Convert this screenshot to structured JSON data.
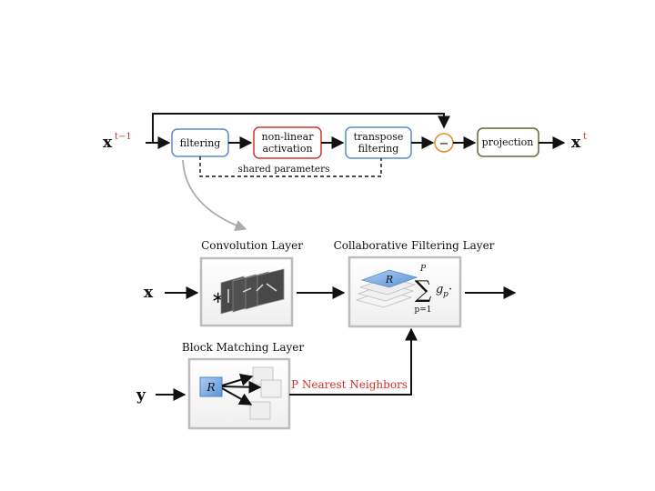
{
  "pipeline": {
    "input_var": "x",
    "input_sup": "t−1",
    "output_var": "x",
    "output_sup": "t",
    "filtering": "filtering",
    "nonlinear_line1": "non-linear",
    "nonlinear_line2": "activation",
    "transpose_line1": "transpose",
    "transpose_line2": "filtering",
    "minus": "−",
    "projection": "projection",
    "shared_params": "shared parameters"
  },
  "layers": {
    "conv_title": "Convolution Layer",
    "conv_input": "x",
    "conv_symbol": "∗",
    "cf_title": "Collaborative Filtering Layer",
    "cf_sum_top": "P",
    "cf_sum_sign": "∑",
    "cf_sum_bottom": "p=1",
    "cf_term": "g",
    "cf_term_sub": "p",
    "cf_term_tail": "·",
    "cf_R": "R",
    "bm_title": "Block Matching Layer",
    "bm_input": "y",
    "bm_R": "R",
    "nn_label": "P Nearest Neighbors"
  },
  "colors": {
    "filtering_border": "#5b8bd0",
    "nonlinear_border": "#d4322c",
    "transpose_border": "#5b8bd0",
    "minus_border": "#e08a2c",
    "projection_border": "#5f6b3a",
    "highlight_text": "#d4322c",
    "R_block_fill": "#7fb0e8"
  }
}
